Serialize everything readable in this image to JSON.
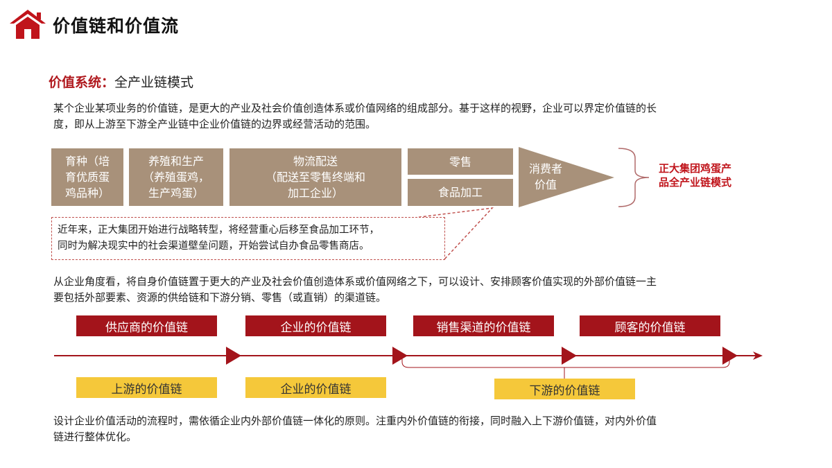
{
  "header": {
    "title": "价值链和价值流",
    "icon": "home-icon"
  },
  "section": {
    "label": "价值系统：",
    "text": "全产业链模式"
  },
  "intro_lines": [
    "某个企业某项业务的价值链，是更大的产业及社会价值创造体系或价值网络的组成部分。基于这样的视野，企业可以界定价值链的长",
    "度，即从上游至下游全产业链中企业价值链的边界或经营活动的范围。"
  ],
  "chain": {
    "box1": [
      "育种（培",
      "育优质蛋",
      "鸡品种）"
    ],
    "box2": [
      "养殖和生产",
      "（养殖蛋鸡，",
      "生产鸡蛋）"
    ],
    "box3": [
      "物流配送",
      "（配送至零售终端和",
      "加工企业）"
    ],
    "box4_top": "零售",
    "box4_bottom": "食品加工",
    "arrow": [
      "消费者",
      "价值"
    ],
    "conclusion": [
      "正大集团鸡蛋产",
      "品全产业链模式"
    ]
  },
  "note_lines": [
    "近年来，正大集团开始进行战略转型，将经营重心后移至食品加工环节，",
    "同时为解决现实中的社会渠道壁垒问题，开始尝试自办食品零售商店。"
  ],
  "middle_lines": [
    "从企业角度看，将自身价值链置于更大的产业及社会价值创造体系或价值网络之下，可以设计、安排顾客价值实现的外部价值链一主",
    "要包括外部要素、资源的供给链和下游分销、零售（或直销）的渠道链。"
  ],
  "flow": {
    "top": [
      "供应商的价值链",
      "企业的价值链",
      "销售渠道的价值链",
      "顾客的价值链"
    ],
    "bottom": [
      "上游的价值链",
      "企业的价值链",
      "下游的价值链"
    ]
  },
  "footer_lines": [
    "设计企业价值活动的流程时，需依循企业内外部价值链一体化的原则。注重内外价值链的衔接，同时融入上下游价值链，对内外价值",
    "链进行整体优化。"
  ],
  "colors": {
    "red": "#a3141b",
    "tan": "#a8917a",
    "yellow": "#f5c83a"
  }
}
